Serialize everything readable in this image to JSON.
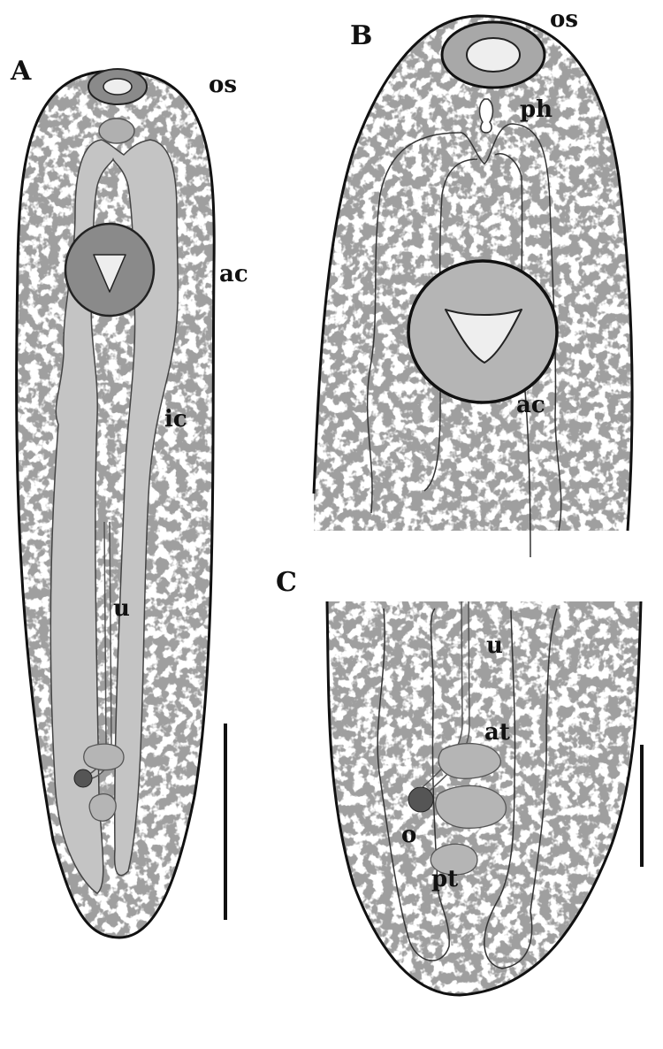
{
  "panels": [
    {
      "letter": "A",
      "labels": {
        "os": "os",
        "ac": "ac",
        "ic": "ic",
        "u": "u"
      }
    },
    {
      "letter": "B",
      "labels": {
        "os": "os",
        "ph": "ph",
        "ac": "ac"
      }
    },
    {
      "letter": "C",
      "labels": {
        "u": "u",
        "at": "at",
        "o": "o",
        "pt": "pt"
      }
    }
  ],
  "colors": {
    "outline": "#111111",
    "organ_fill": "#c4c4c4",
    "sucker_fill": "#8a8a8a",
    "gland_fill": "#9a9a9a"
  }
}
